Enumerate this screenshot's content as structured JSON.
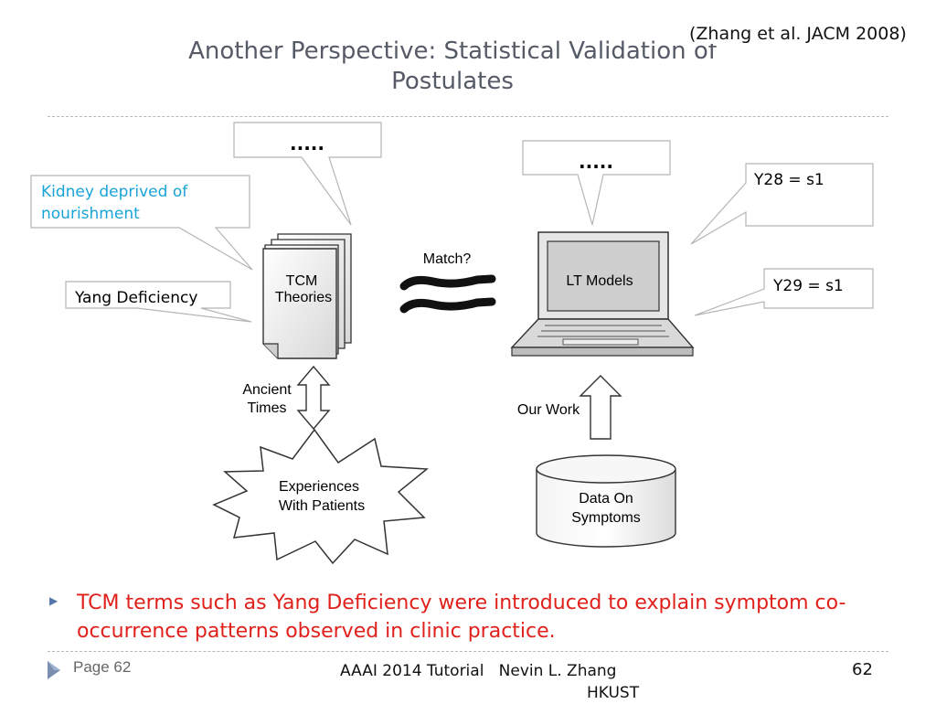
{
  "slide": {
    "title": "Another Perspective: Statistical Validation of Postulates",
    "citation": "(Zhang et al. JACM 2008)",
    "callouts": {
      "dots_left": ".....",
      "dots_right": ".....",
      "kidney": "Kidney deprived of nourishment",
      "yang": "Yang Deficiency",
      "y28": "Y28 = s1",
      "y29": "Y29 = s1"
    },
    "figure": {
      "tcm_theories": [
        "TCM",
        "Theories"
      ],
      "match": "Match?",
      "lt_models": "LT Models",
      "ancient_times": [
        "Ancient",
        "Times"
      ],
      "our_work": "Our Work",
      "experiences": [
        "Experiences",
        "With Patients"
      ],
      "data_on_symptoms": [
        "Data On",
        "Symptoms"
      ]
    },
    "bullet_text": "TCM terms such as Yang Deficiency were introduced to explain symptom co-occurrence patterns observed in clinic practice."
  },
  "footer": {
    "page_label": "Page 62",
    "tutorial": "AAAI 2014 Tutorial",
    "author": "Nevin L. Zhang",
    "affiliation": "HKUST",
    "page_number": "62"
  },
  "colors": {
    "accent_blue": "#1aa3d9",
    "body_red": "#e0201b",
    "title_gray": "#555a66"
  }
}
